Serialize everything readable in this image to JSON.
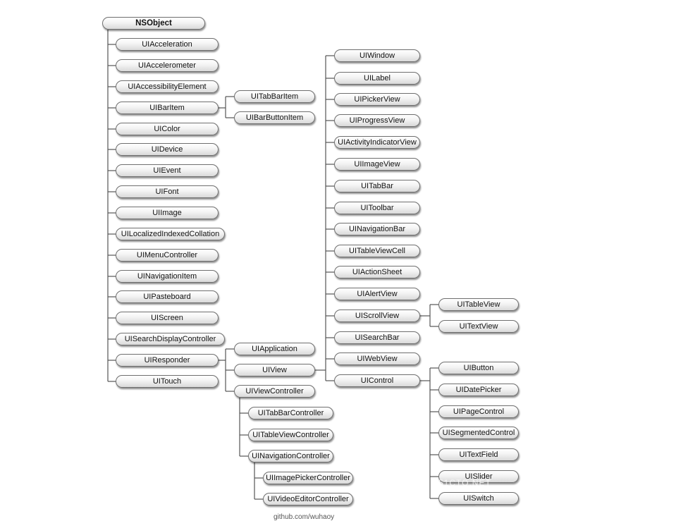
{
  "diagram": {
    "nodes": [
      {
        "id": "NSObject",
        "label": "NSObject",
        "root": true
      },
      {
        "id": "UIAcceleration",
        "label": "UIAcceleration"
      },
      {
        "id": "UIAccelerometer",
        "label": "UIAccelerometer"
      },
      {
        "id": "UIAccessibilityElement",
        "label": "UIAccessibilityElement"
      },
      {
        "id": "UIBarItem",
        "label": "UIBarItem"
      },
      {
        "id": "UIColor",
        "label": "UIColor"
      },
      {
        "id": "UIDevice",
        "label": "UIDevice"
      },
      {
        "id": "UIEvent",
        "label": "UIEvent"
      },
      {
        "id": "UIFont",
        "label": "UIFont"
      },
      {
        "id": "UIImage",
        "label": "UIImage"
      },
      {
        "id": "UILocalizedIndexedCollation",
        "label": "UILocalizedIndexedCollation"
      },
      {
        "id": "UIMenuController",
        "label": "UIMenuController"
      },
      {
        "id": "UINavigationItem",
        "label": "UINavigationItem"
      },
      {
        "id": "UIPasteboard",
        "label": "UIPasteboard"
      },
      {
        "id": "UIScreen",
        "label": "UIScreen"
      },
      {
        "id": "UISearchDisplayController",
        "label": "UISearchDisplayController"
      },
      {
        "id": "UIResponder",
        "label": "UIResponder"
      },
      {
        "id": "UITouch",
        "label": "UITouch"
      },
      {
        "id": "UITabBarItem",
        "label": "UITabBarItem"
      },
      {
        "id": "UIBarButtonItem",
        "label": "UIBarButtonItem"
      },
      {
        "id": "UIApplication",
        "label": "UIApplication"
      },
      {
        "id": "UIView",
        "label": "UIView"
      },
      {
        "id": "UIViewController",
        "label": "UIViewController"
      },
      {
        "id": "UITabBarController",
        "label": "UITabBarController"
      },
      {
        "id": "UITableViewController",
        "label": "UITableViewController"
      },
      {
        "id": "UINavigationController",
        "label": "UINavigationController"
      },
      {
        "id": "UIImagePickerController",
        "label": "UIImagePickerController"
      },
      {
        "id": "UIVideoEditorController",
        "label": "UIVideoEditorController"
      },
      {
        "id": "UIWindow",
        "label": "UIWindow"
      },
      {
        "id": "UILabel",
        "label": "UILabel"
      },
      {
        "id": "UIPickerView",
        "label": "UIPickerView"
      },
      {
        "id": "UIProgressView",
        "label": "UIProgressView"
      },
      {
        "id": "UIActivityIndicatorView",
        "label": "UIActivityIndicatorView"
      },
      {
        "id": "UIImageView",
        "label": "UIImageView"
      },
      {
        "id": "UITabBar",
        "label": "UITabBar"
      },
      {
        "id": "UIToolbar",
        "label": "UIToolbar"
      },
      {
        "id": "UINavigationBar",
        "label": "UINavigationBar"
      },
      {
        "id": "UITableViewCell",
        "label": "UITableViewCell"
      },
      {
        "id": "UIActionSheet",
        "label": "UIActionSheet"
      },
      {
        "id": "UIAlertView",
        "label": "UIAlertView"
      },
      {
        "id": "UIScrollView",
        "label": "UIScrollView"
      },
      {
        "id": "UISearchBar",
        "label": "UISearchBar"
      },
      {
        "id": "UIWebView",
        "label": "UIWebView"
      },
      {
        "id": "UIControl",
        "label": "UIControl"
      },
      {
        "id": "UITableView",
        "label": "UITableView"
      },
      {
        "id": "UITextView",
        "label": "UITextView"
      },
      {
        "id": "UIButton",
        "label": "UIButton"
      },
      {
        "id": "UIDatePicker",
        "label": "UIDatePicker"
      },
      {
        "id": "UIPageControl",
        "label": "UIPageControl"
      },
      {
        "id": "UISegmentedControl",
        "label": "UISegmentedControl"
      },
      {
        "id": "UITextField",
        "label": "UITextField"
      },
      {
        "id": "UISlider",
        "label": "UISlider"
      },
      {
        "id": "UISwitch",
        "label": "UISwitch"
      }
    ],
    "edges": [
      [
        "NSObject",
        "UIAcceleration"
      ],
      [
        "NSObject",
        "UIAccelerometer"
      ],
      [
        "NSObject",
        "UIAccessibilityElement"
      ],
      [
        "NSObject",
        "UIBarItem"
      ],
      [
        "NSObject",
        "UIColor"
      ],
      [
        "NSObject",
        "UIDevice"
      ],
      [
        "NSObject",
        "UIEvent"
      ],
      [
        "NSObject",
        "UIFont"
      ],
      [
        "NSObject",
        "UIImage"
      ],
      [
        "NSObject",
        "UILocalizedIndexedCollation"
      ],
      [
        "NSObject",
        "UIMenuController"
      ],
      [
        "NSObject",
        "UINavigationItem"
      ],
      [
        "NSObject",
        "UIPasteboard"
      ],
      [
        "NSObject",
        "UIScreen"
      ],
      [
        "NSObject",
        "UISearchDisplayController"
      ],
      [
        "NSObject",
        "UIResponder"
      ],
      [
        "NSObject",
        "UITouch"
      ],
      [
        "UIBarItem",
        "UITabBarItem"
      ],
      [
        "UIBarItem",
        "UIBarButtonItem"
      ],
      [
        "UIResponder",
        "UIApplication"
      ],
      [
        "UIResponder",
        "UIView"
      ],
      [
        "UIResponder",
        "UIViewController"
      ],
      [
        "UIViewController",
        "UITabBarController"
      ],
      [
        "UIViewController",
        "UITableViewController"
      ],
      [
        "UIViewController",
        "UINavigationController"
      ],
      [
        "UINavigationController",
        "UIImagePickerController"
      ],
      [
        "UINavigationController",
        "UIVideoEditorController"
      ],
      [
        "UIView",
        "UIWindow"
      ],
      [
        "UIView",
        "UILabel"
      ],
      [
        "UIView",
        "UIPickerView"
      ],
      [
        "UIView",
        "UIProgressView"
      ],
      [
        "UIView",
        "UIActivityIndicatorView"
      ],
      [
        "UIView",
        "UIImageView"
      ],
      [
        "UIView",
        "UITabBar"
      ],
      [
        "UIView",
        "UIToolbar"
      ],
      [
        "UIView",
        "UINavigationBar"
      ],
      [
        "UIView",
        "UITableViewCell"
      ],
      [
        "UIView",
        "UIActionSheet"
      ],
      [
        "UIView",
        "UIAlertView"
      ],
      [
        "UIView",
        "UIScrollView"
      ],
      [
        "UIView",
        "UISearchBar"
      ],
      [
        "UIView",
        "UIWebView"
      ],
      [
        "UIView",
        "UIControl"
      ],
      [
        "UIScrollView",
        "UITableView"
      ],
      [
        "UIScrollView",
        "UITextView"
      ],
      [
        "UIControl",
        "UIButton"
      ],
      [
        "UIControl",
        "UIDatePicker"
      ],
      [
        "UIControl",
        "UIPageControl"
      ],
      [
        "UIControl",
        "UISegmentedControl"
      ],
      [
        "UIControl",
        "UITextField"
      ],
      [
        "UIControl",
        "UISlider"
      ],
      [
        "UIControl",
        "UISwitch"
      ]
    ]
  },
  "watermark": "51CTO.NET",
  "caption": "github.com/wuhaoy"
}
